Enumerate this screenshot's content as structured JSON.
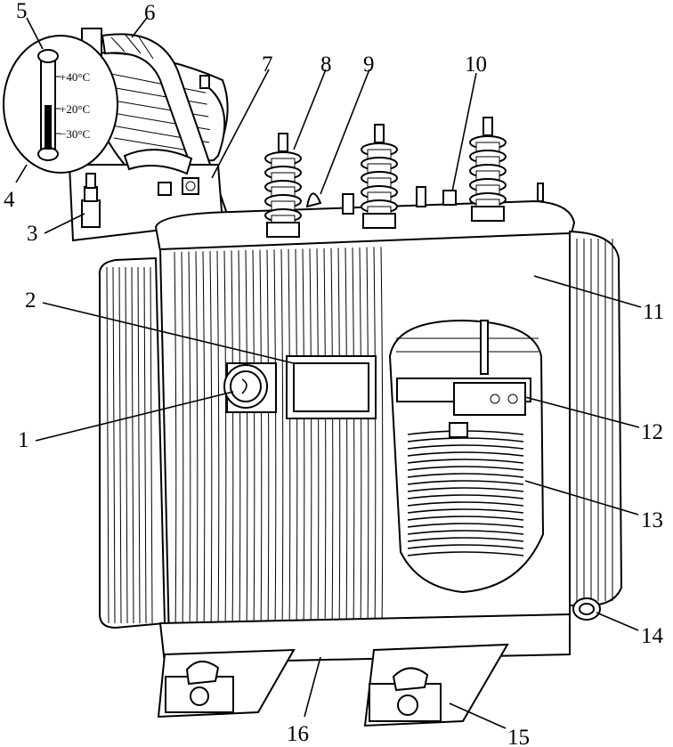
{
  "diagram": {
    "callouts": [
      {
        "num": "1"
      },
      {
        "num": "2"
      },
      {
        "num": "3"
      },
      {
        "num": "4"
      },
      {
        "num": "5"
      },
      {
        "num": "6"
      },
      {
        "num": "7"
      },
      {
        "num": "8"
      },
      {
        "num": "9"
      },
      {
        "num": "10"
      },
      {
        "num": "11"
      },
      {
        "num": "12"
      },
      {
        "num": "13"
      },
      {
        "num": "14"
      },
      {
        "num": "15"
      },
      {
        "num": "16"
      }
    ],
    "thermometer": {
      "ticks": [
        "+40°C",
        "+20°C",
        "−30°C"
      ]
    }
  }
}
